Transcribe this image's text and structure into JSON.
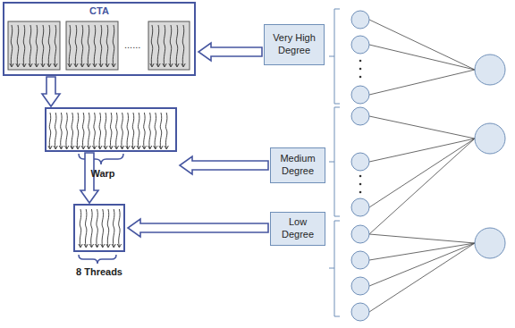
{
  "diagram": {
    "nodes": [
      {
        "text": [
          "CTA"
        ]
      },
      {
        "text": [
          "Warp"
        ]
      },
      {
        "text": [
          "8 Threads"
        ]
      },
      {
        "text": [
          "Very High Degree"
        ]
      },
      {
        "text": [
          "Medium Degree"
        ]
      },
      {
        "text": [
          "Low Degree"
        ]
      }
    ],
    "edges": [
      {
        "from": 0,
        "to": 1,
        "arrow": "to"
      },
      {
        "from": 1,
        "to": 2,
        "arrow": "to"
      },
      {
        "from": 3,
        "to": 0,
        "arrow": "to"
      },
      {
        "from": 4,
        "to": 1,
        "arrow": "to"
      },
      {
        "from": 5,
        "to": 2,
        "arrow": "to"
      }
    ],
    "labels": [
      "......"
    ]
  }
}
